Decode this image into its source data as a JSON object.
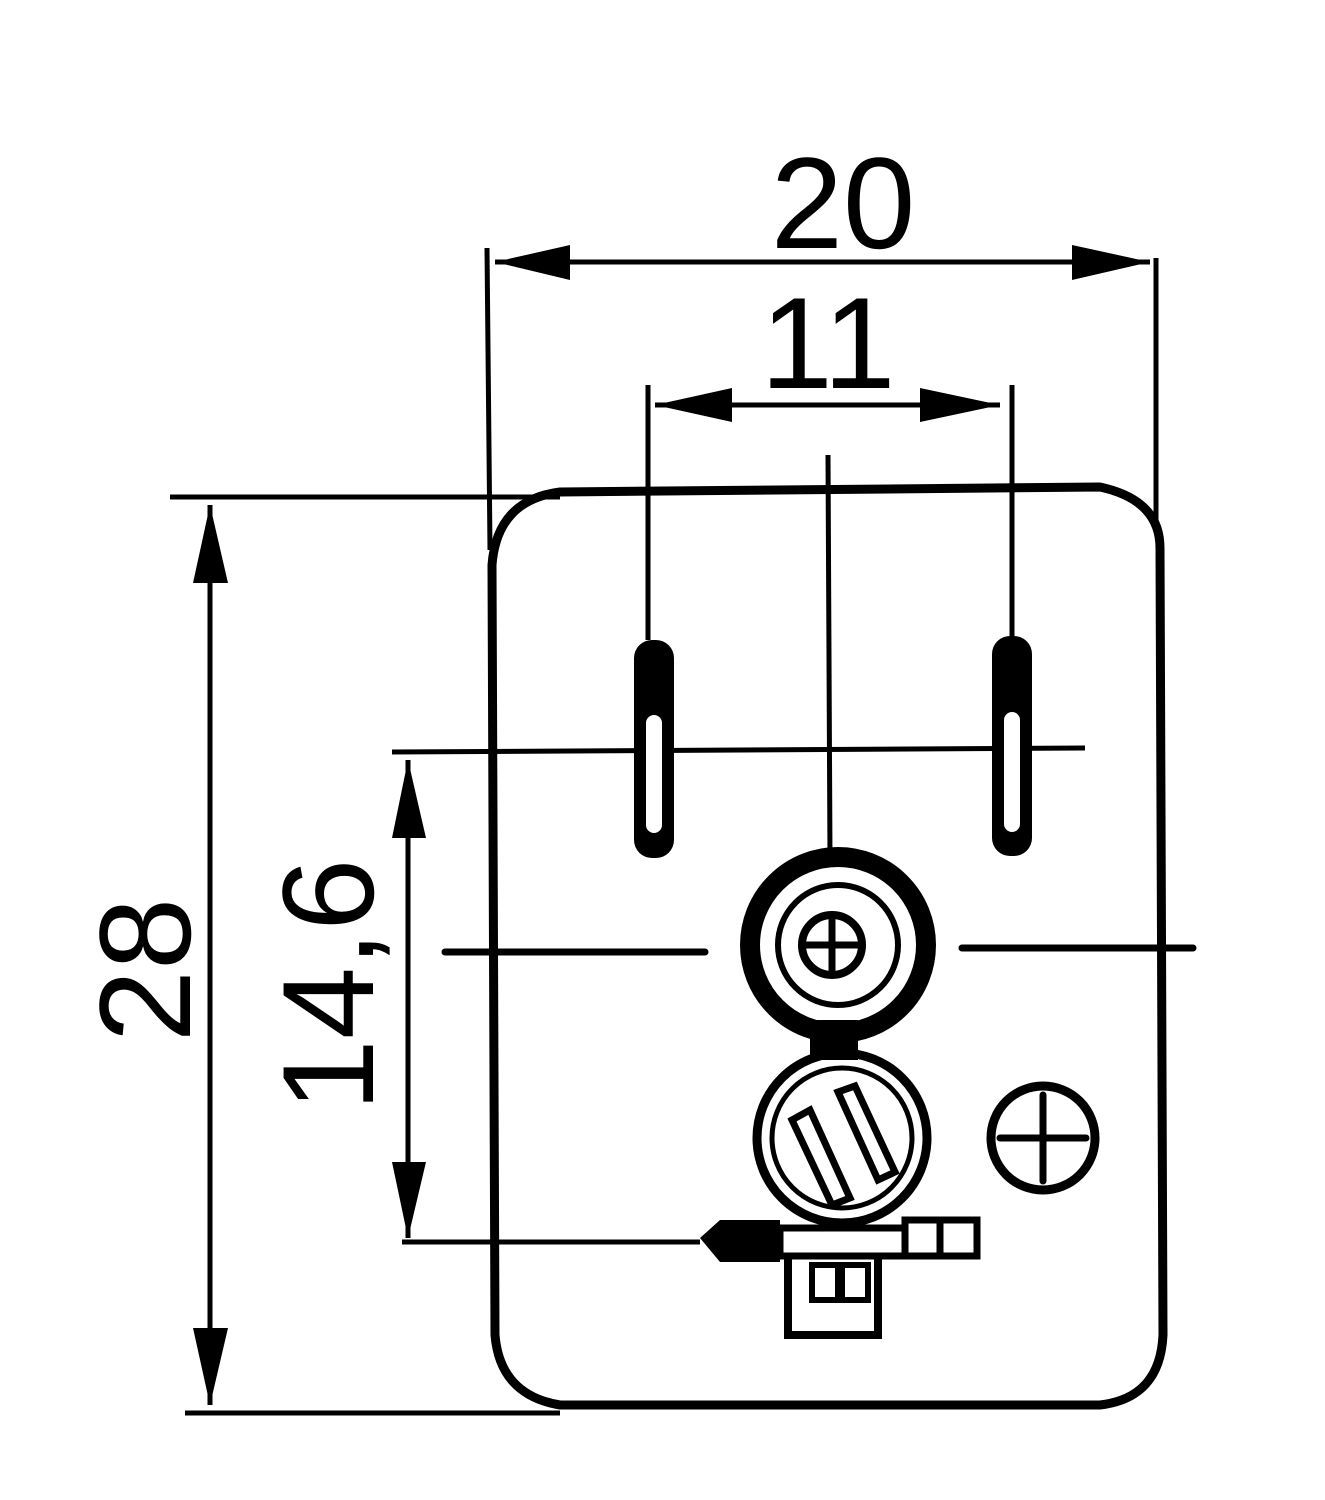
{
  "drawing": {
    "dimensions": {
      "overall_width": "20",
      "pin_spacing": "11",
      "overall_height": "28",
      "pin_to_base_height": "14,6"
    },
    "colors": {
      "line": "#000000",
      "background": "#ffffff"
    }
  }
}
